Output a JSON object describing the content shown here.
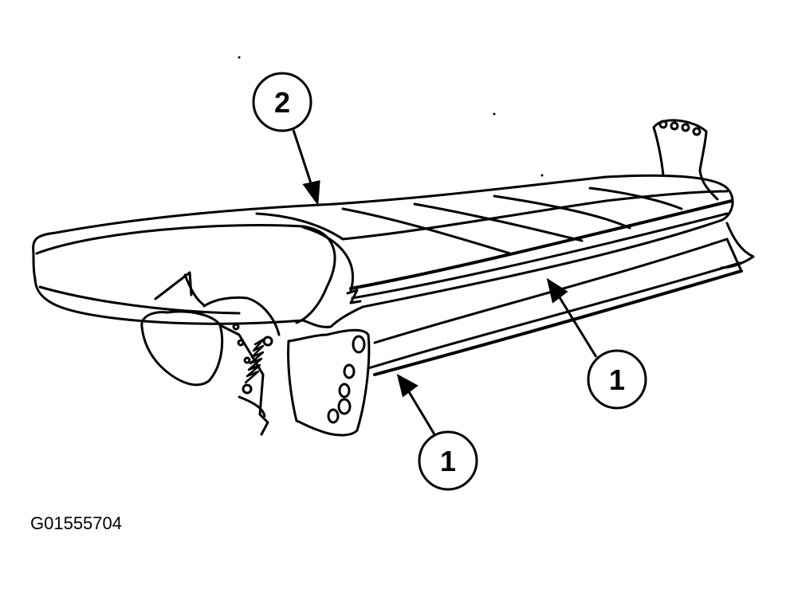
{
  "callouts": [
    {
      "label": "2"
    },
    {
      "label": "1"
    },
    {
      "label": "1"
    }
  ],
  "figure_id": "G01555704",
  "colors": {
    "line": "#000000",
    "background": "#ffffff"
  }
}
